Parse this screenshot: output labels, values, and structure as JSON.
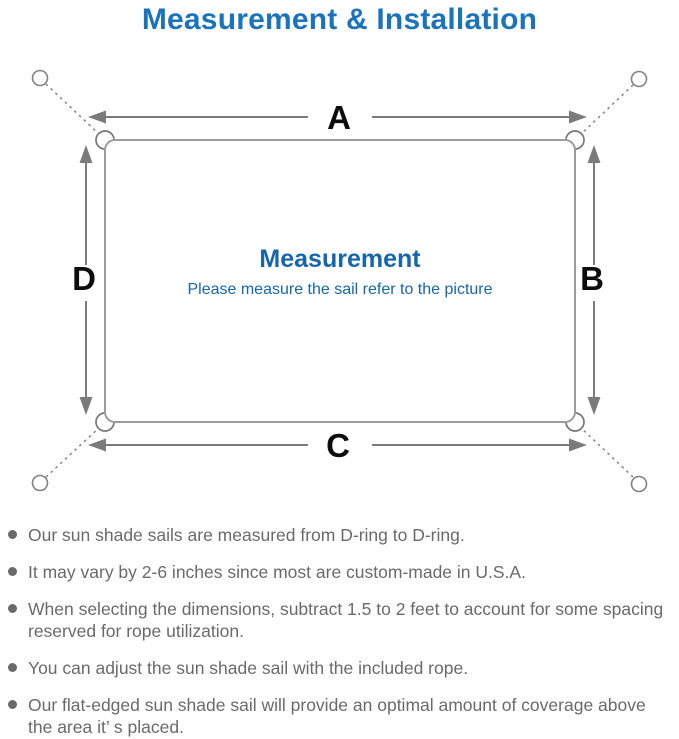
{
  "title": "Measurement & Installation",
  "diagram": {
    "dimension_labels": {
      "top": "A",
      "right": "B",
      "bottom": "C",
      "left": "D"
    },
    "center_title": "Measurement",
    "center_subtitle": "Please measure the sail refer to the picture",
    "colors": {
      "title_blue": "#1a74bd",
      "center_blue": "#1666ab",
      "line_gray": "#7b7b7b",
      "outline_gray": "#9b9b9b",
      "note_gray": "#6a6a6a"
    }
  },
  "notes": {
    "items": [
      "Our sun shade sails are measured from D-ring to D-ring.",
      "It may vary by 2-6 inches since most are custom-made in U.S.A.",
      "When selecting the dimensions, subtract 1.5 to 2 feet to account for some spacing reserved for rope utilization.",
      "You can adjust the sun shade sail with the included rope.",
      "Our flat-edged sun shade sail will provide an optimal amount of coverage above the area it’ s placed."
    ]
  }
}
